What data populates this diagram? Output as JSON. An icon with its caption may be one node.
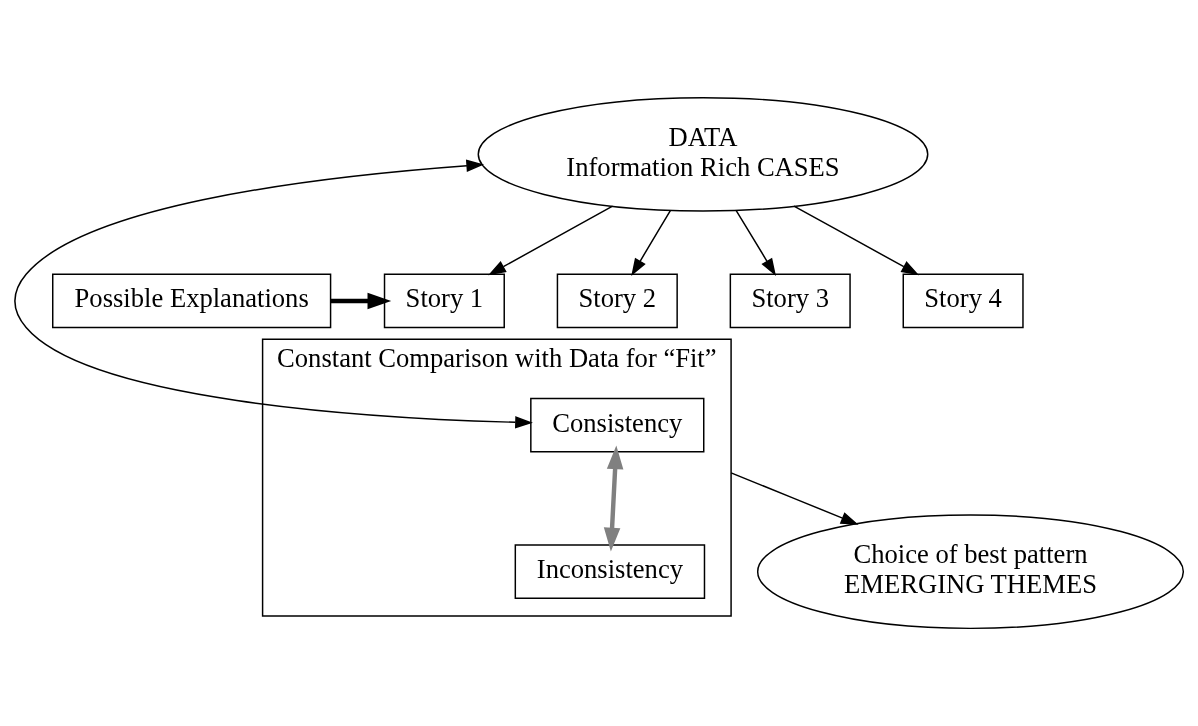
{
  "diagram": {
    "nodes": [
      {
        "text": [
          "DATA",
          "Information Rich CASES"
        ]
      },
      {
        "text": [
          "Possible Explanations"
        ]
      },
      {
        "text": [
          "Story 1"
        ]
      },
      {
        "text": [
          "Story 2"
        ]
      },
      {
        "text": [
          "Story 3"
        ]
      },
      {
        "text": [
          "Story 4"
        ]
      },
      {
        "text": [
          "Constant Comparison with Data for “Fit”"
        ]
      },
      {
        "text": [
          "Consistency"
        ],
        "in": 6
      },
      {
        "text": [
          "Inconsistency"
        ],
        "in": 6
      },
      {
        "text": [
          "Choice of best pattern",
          "EMERGING THEMES"
        ]
      }
    ],
    "edges": [
      {
        "from": 0,
        "to": 2,
        "arrow": "to"
      },
      {
        "from": 0,
        "to": 3,
        "arrow": "to"
      },
      {
        "from": 0,
        "to": 4,
        "arrow": "to"
      },
      {
        "from": 0,
        "to": 5,
        "arrow": "to"
      },
      {
        "from": 1,
        "to": 2,
        "arrow": "to",
        "style": "thick"
      },
      {
        "from": 7,
        "to": 8,
        "arrow": "both",
        "style": "thick",
        "color": "#808080"
      },
      {
        "from": 0,
        "to": 7,
        "arrow": "both"
      },
      {
        "from": 6,
        "to": 9,
        "arrow": "to"
      }
    ]
  }
}
